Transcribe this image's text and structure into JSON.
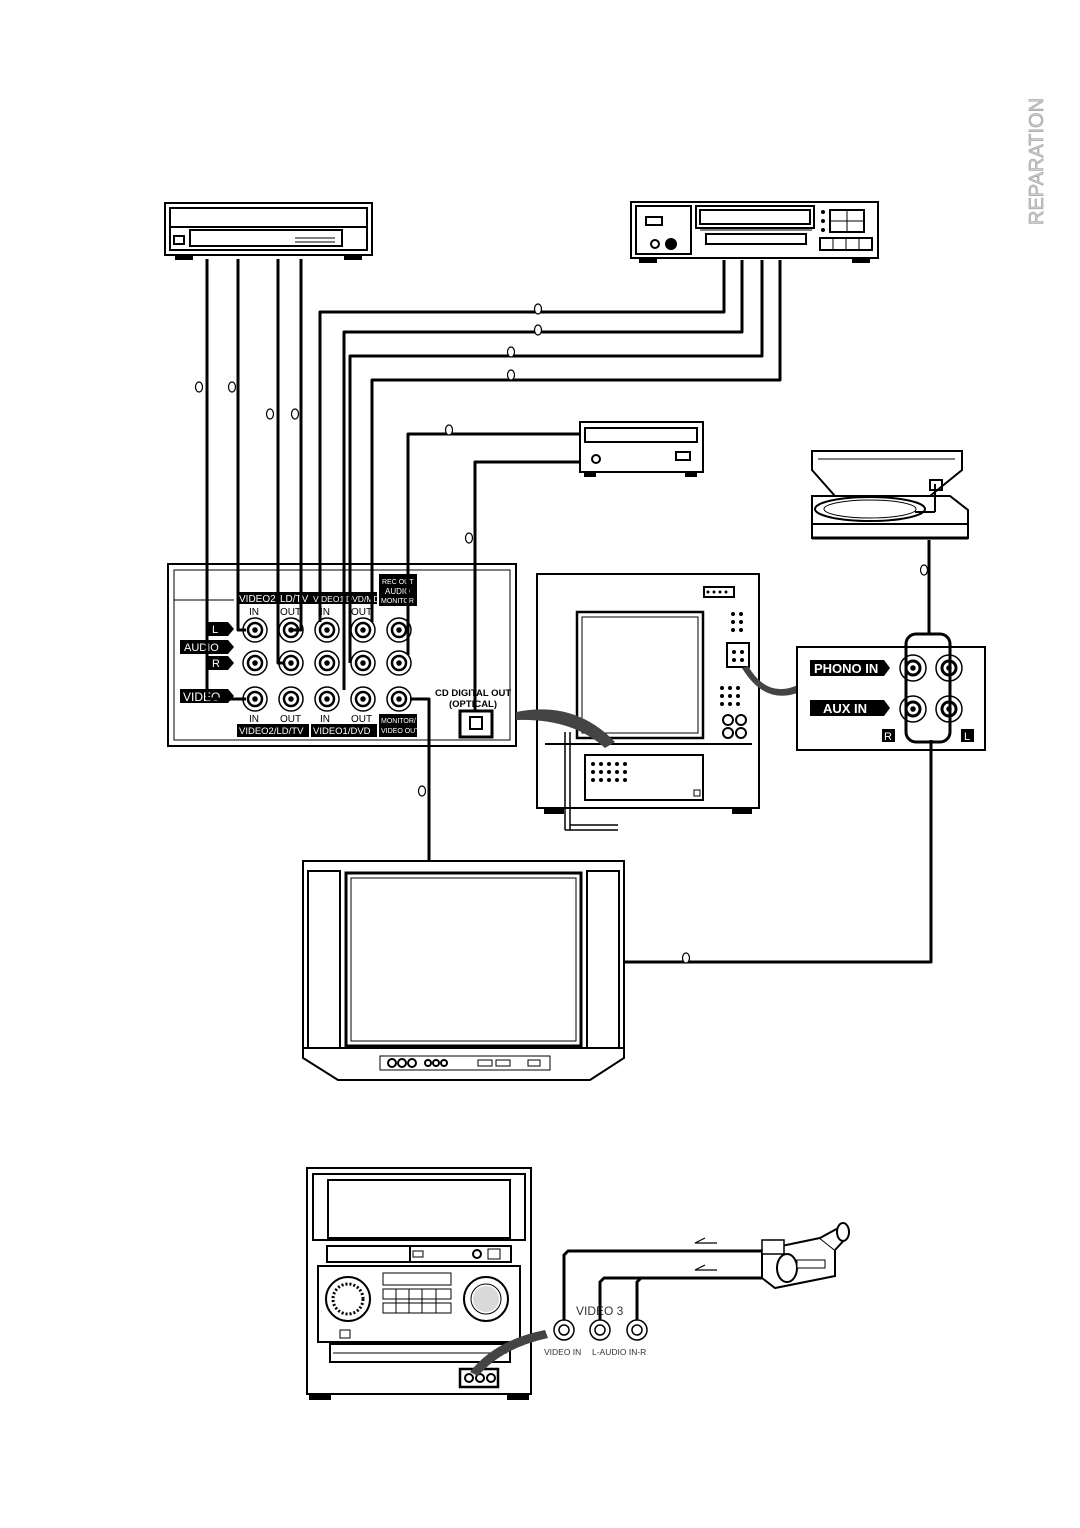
{
  "side_tab": {
    "text": "REPARATION"
  },
  "panel": {
    "video2_top": "VIDEO2",
    "ldtv_top": "LD/TV",
    "video1_top": "VIDEO1",
    "dvdmd_top": "DVD/MD",
    "rec_out_1": "REC OUT",
    "rec_out_2": "AUDIO",
    "rec_out_3": "MONITOR",
    "in_top_1": "IN",
    "out_top_1": "OUT",
    "in_top_2": "IN",
    "out_top_2": "OUT",
    "label_l": "L",
    "label_audio": "AUDIO",
    "label_r": "R",
    "label_video": "VIDEO",
    "in_bot_1": "IN",
    "out_bot_1": "OUT",
    "in_bot_2": "IN",
    "out_bot_2": "OUT",
    "video2_bot": "VIDEO2/LD/TV",
    "video1_bot": "VIDEO1/DVD",
    "monitor_1": "MONITOR/",
    "monitor_2": "VIDEO OUT",
    "cd_digital_1": "CD DIGITAL OUT",
    "cd_digital_2": "(OPTICAL)"
  },
  "phono_panel": {
    "phono_in": "PHONO IN",
    "aux_in": "AUX IN",
    "r": "R",
    "l": "L"
  },
  "front_jacks": {
    "title": "VIDEO 3",
    "video_in": "VIDEO IN",
    "audio_in": "L-AUDIO IN-R"
  },
  "colors": {
    "ink": "#000000",
    "panel_fill": "#ffffff",
    "label_fill": "#3a3a3a",
    "tab": "#cfcfcf"
  }
}
